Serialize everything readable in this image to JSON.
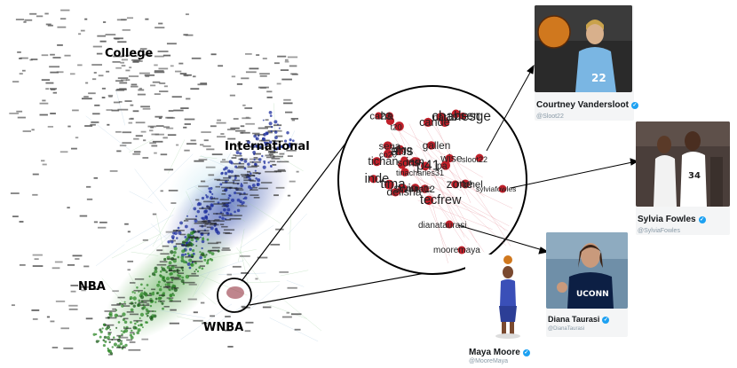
{
  "regions": {
    "college": "College",
    "international": "International",
    "nba": "NBA",
    "wnba": "WNBA"
  },
  "zoom_labels": {
    "cluster": [
      "tecfrew",
      "zone",
      "charlesge",
      "ans",
      "delisha",
      "wise",
      "p41",
      "tichan",
      "nichel",
      "pa",
      "gallen",
      "nat10",
      "idigg",
      "tima",
      "t20",
      "iam",
      "bsen",
      "monte",
      "tinacharles31",
      "co20",
      "swin",
      "ca23",
      "cande",
      "sons",
      "sena",
      "inde",
      "ta12",
      "ha"
    ],
    "slooot22": "sloot22",
    "sylviafowles": "sylviafowles",
    "dianataurasi": "dianataurasi",
    "mooremaya": "mooremaya"
  },
  "profiles": [
    {
      "name": "Courtney Vandersloot",
      "handle": "@Sloot22"
    },
    {
      "name": "Sylvia Fowles",
      "handle": "@SylviaFowles"
    },
    {
      "name": "Diana Taurasi",
      "handle": "@DianaTaurasi"
    },
    {
      "name": "Maya Moore",
      "handle": "@MooreMaya"
    }
  ],
  "jersey_text": {
    "uconn": "UCONN"
  },
  "colors": {
    "node_red": "#c0202a",
    "cluster_blue": "#1e2f9e",
    "cluster_green": "#2f8a2a",
    "twitter_blue": "#1da1f2"
  }
}
